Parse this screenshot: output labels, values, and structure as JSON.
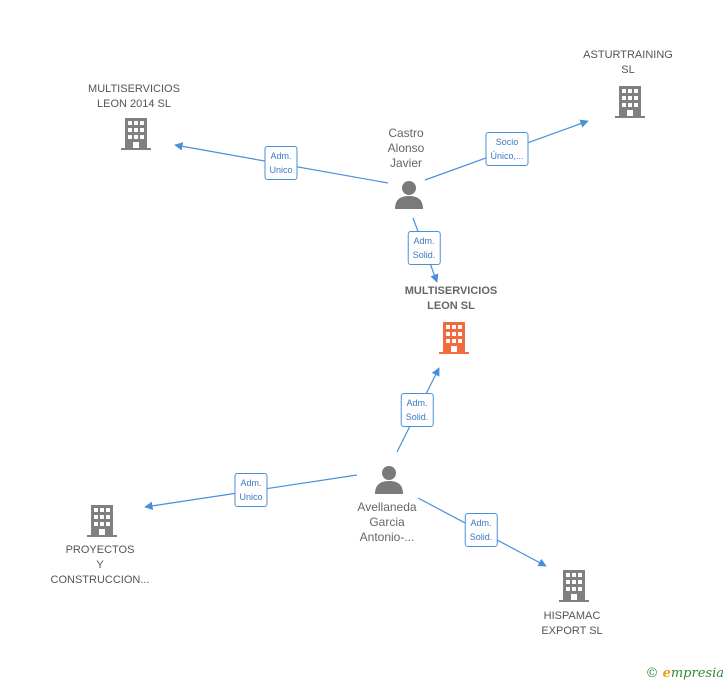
{
  "nodes": {
    "main_company": {
      "line1": "MULTISERVICIOS",
      "line2": "LEON SL"
    },
    "multiservicios_2014": {
      "line1": "MULTISERVICIOS",
      "line2": "LEON 2014  SL"
    },
    "asturtraining": {
      "line1": "ASTURTRAINING",
      "line2": "SL"
    },
    "castro": {
      "line1": "Castro",
      "line2": "Alonso",
      "line3": "Javier"
    },
    "avellaneda": {
      "line1": "Avellaneda",
      "line2": "Garcia",
      "line3": "Antonio-..."
    },
    "proyectos": {
      "line1": "PROYECTOS",
      "line2": "Y",
      "line3": "CONSTRUCCION..."
    },
    "hispamac": {
      "line1": "HISPAMAC",
      "line2": "EXPORT SL"
    }
  },
  "relations": {
    "castro_to_2014": {
      "line1": "Adm.",
      "line2": "Unico"
    },
    "castro_to_asturtraining": {
      "line1": "Socio",
      "line2": "Único,..."
    },
    "castro_to_main": {
      "line1": "Adm.",
      "line2": "Solid."
    },
    "avellaneda_to_main": {
      "line1": "Adm.",
      "line2": "Solid."
    },
    "avellaneda_to_proyectos": {
      "line1": "Adm.",
      "line2": "Unico"
    },
    "avellaneda_to_hispamac": {
      "line1": "Adm.",
      "line2": "Solid."
    }
  },
  "brand": {
    "copyright": "©",
    "e": "e",
    "rest": "mpresia"
  },
  "colors": {
    "edge": "#4a8fd9",
    "company": "#808080",
    "main_company": "#f26a3d",
    "person": "#7a7a7a"
  }
}
